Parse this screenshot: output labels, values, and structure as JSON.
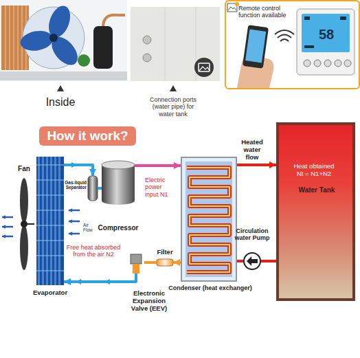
{
  "diagram": {
    "title": "How it work?",
    "nodes": [
      {
        "text": [
          "Inside"
        ]
      },
      {
        "text": [
          "Connection ports (water pipe) for water tank"
        ]
      },
      {
        "text": [
          "Remote control function available"
        ]
      },
      {
        "text": [
          "58"
        ],
        "in": 2
      },
      {
        "text": [
          "Fan"
        ]
      },
      {
        "text": [
          "Evaporator"
        ]
      },
      {
        "text": [
          "Gas-liquid Separator"
        ]
      },
      {
        "text": [
          "Compressor"
        ]
      },
      {
        "text": [
          "Condenser (heat exchanger)"
        ]
      },
      {
        "text": [
          "Heat obtained Nt = N1+N2",
          "Water Tank"
        ]
      },
      {
        "text": [
          "Circulation water Pump"
        ]
      },
      {
        "text": [
          "Filter"
        ]
      },
      {
        "text": [
          "Electronic Expansion Valve (EEV)"
        ]
      }
    ],
    "edges": [
      {
        "from": 5,
        "to": 6,
        "arrow": "to"
      },
      {
        "from": 6,
        "to": 7,
        "arrow": "none"
      },
      {
        "from": 7,
        "to": 8,
        "arrow": "to"
      },
      {
        "from": 8,
        "to": 11,
        "arrow": "to"
      },
      {
        "from": 11,
        "to": 12,
        "arrow": "none"
      },
      {
        "from": 12,
        "to": 5,
        "arrow": "to"
      },
      {
        "from": 8,
        "to": 9,
        "label": "Heated water flow",
        "arrow": "to"
      },
      {
        "from": 9,
        "to": 10,
        "arrow": "none"
      },
      {
        "from": 10,
        "to": 8,
        "arrow": "none"
      }
    ],
    "labels": [
      "Electric power input N1",
      "Air Flow",
      "Free heat absorbed from the air N2"
    ]
  }
}
